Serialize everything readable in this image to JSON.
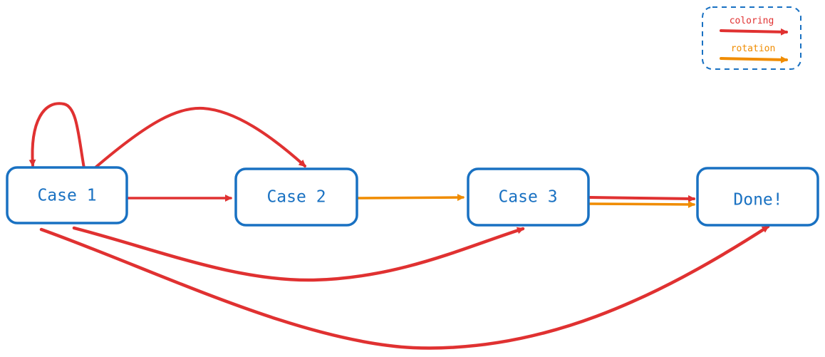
{
  "colors": {
    "node_stroke": "#1971c2",
    "node_text": "#1971c2",
    "coloring": "#e03131",
    "rotation": "#f08c00",
    "legend_border": "#1971c2"
  },
  "nodes": {
    "case1": "Case 1",
    "case2": "Case 2",
    "case3": "Case 3",
    "done": "Done!"
  },
  "legend": {
    "coloring_label": "coloring",
    "rotation_label": "rotation"
  },
  "edges": [
    {
      "from": "case1",
      "to": "case1",
      "type": "coloring"
    },
    {
      "from": "case1",
      "to": "case2",
      "type": "coloring"
    },
    {
      "from": "case1",
      "to": "case2",
      "type": "coloring"
    },
    {
      "from": "case1",
      "to": "case3",
      "type": "coloring"
    },
    {
      "from": "case1",
      "to": "done",
      "type": "coloring"
    },
    {
      "from": "case2",
      "to": "case3",
      "type": "rotation"
    },
    {
      "from": "case3",
      "to": "done",
      "type": "coloring"
    },
    {
      "from": "case3",
      "to": "done",
      "type": "rotation"
    }
  ]
}
